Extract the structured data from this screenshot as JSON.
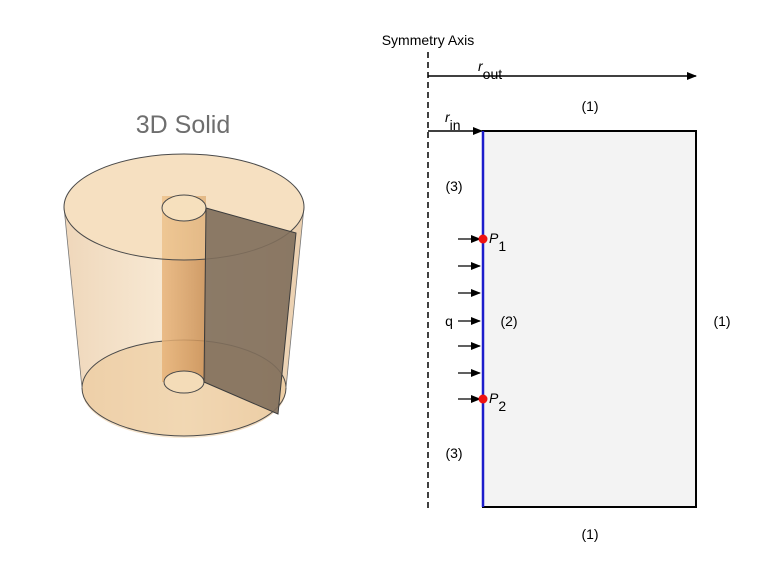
{
  "solid": {
    "title": "3D Solid",
    "colors": {
      "body": "#e9c08a",
      "edge": "#555555",
      "cut_face": "#8c7b67"
    }
  },
  "section": {
    "symmetry_axis_label": "Symmetry Axis",
    "r_out": {
      "base": "r",
      "sub": "out"
    },
    "r_in": {
      "base": "r",
      "sub": "in"
    },
    "boundary_labels": {
      "top": "(1)",
      "right": "(1)",
      "bottom": "(1)",
      "inner_upper": "(3)",
      "inner_middle": "(2)",
      "inner_lower": "(3)"
    },
    "flux_label": "q",
    "points": [
      {
        "base": "P",
        "sub": "1"
      },
      {
        "base": "P",
        "sub": "2"
      }
    ],
    "colors": {
      "domain_fill": "#f3f3f3",
      "inner_boundary": "#1c1ccc",
      "point": "#ee1111"
    }
  }
}
